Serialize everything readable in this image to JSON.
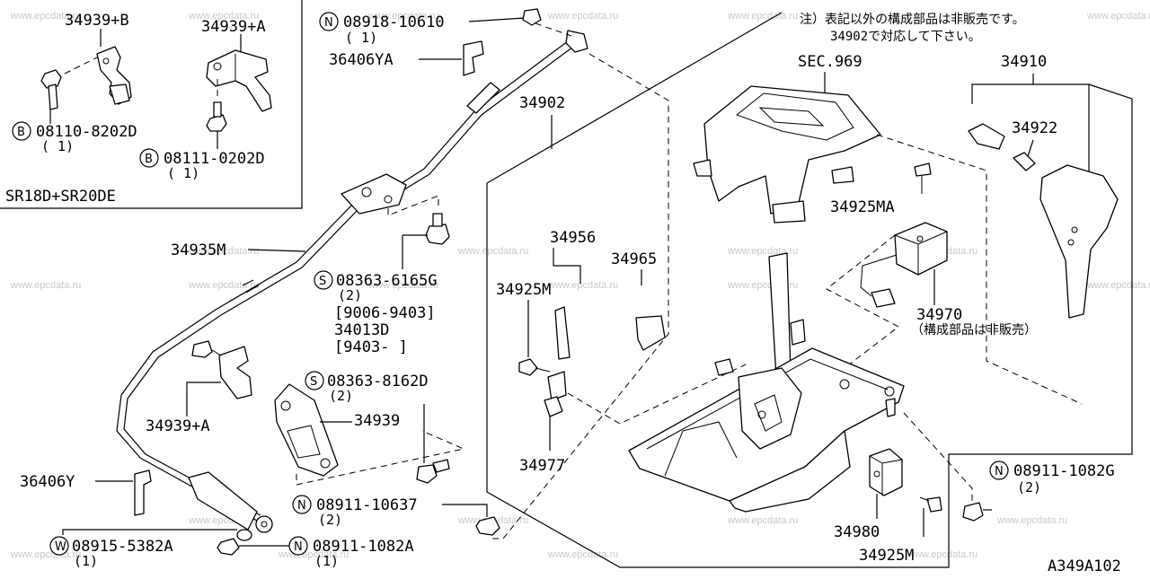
{
  "drawing_id": "A349A102",
  "watermark": "www.epcdata.ru",
  "note": {
    "line1": "注）表記以外の構成部品は非販売です。",
    "line2": "34902で対応して下さい。"
  },
  "inset": {
    "title": "SR18D+SR20DE",
    "part_a": "34939+B",
    "part_b": "34939+A",
    "bolt1_prefix": "B",
    "bolt1_number": "08110-8202D",
    "bolt1_qty": "( 1)",
    "bolt2_prefix": "B",
    "bolt2_number": "08111-0202D",
    "bolt2_qty": "( 1)"
  },
  "labels": {
    "n1_prefix": "N",
    "n1_number": "08918-10610",
    "n1_qty": "( 1)",
    "p36406YA": "36406YA",
    "p34902": "34902",
    "sec": "SEC.969",
    "p34910": "34910",
    "p34922": "34922",
    "p34925MA": "34925MA",
    "p34935M": "34935M",
    "s1_prefix": "S",
    "s1_number": "08363-6165G",
    "s1_qty": "(2)",
    "range1": "[9006-9403]",
    "p34013D": "34013D",
    "range2": "[9403-     ]",
    "p34956": "34956",
    "p34965": "34965",
    "p34925M_a": "34925M",
    "p34970": "34970",
    "p34970_note": "（構成部品は非販売）",
    "p34939A": "34939+A",
    "s2_prefix": "S",
    "s2_number": "08363-8162D",
    "s2_qty": "(2)",
    "p34939": "34939",
    "p34977": "34977",
    "p36406Y": "36406Y",
    "n2_prefix": "N",
    "n2_number": "08911-10637",
    "n2_qty": "(2)",
    "n3_prefix": "N",
    "n3_number": "08911-1082G",
    "n3_qty": "(2)",
    "p34980": "34980",
    "w_prefix": "W",
    "w_number": "08915-5382A",
    "w_qty": "(1)",
    "n4_prefix": "N",
    "n4_number": "08911-1082A",
    "n4_qty": "(1)",
    "p34925M_b": "34925M"
  }
}
